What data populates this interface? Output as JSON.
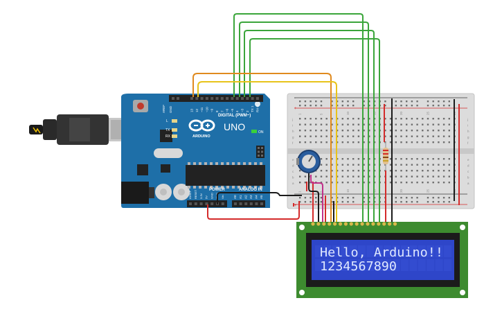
{
  "arduino": {
    "brand_label": "UNO",
    "brand_sub": "ARDUINO",
    "on_label": "ON",
    "digital_label": "DIGITAL (PWM~)",
    "power_label": "POWER",
    "analog_label": "ANALOG IN",
    "pin_l": "L",
    "pin_tx": "TX",
    "pin_rx": "RX",
    "aref": "AREF",
    "gnd": "GND",
    "digital_pins": [
      "13",
      "12",
      "~11",
      "~10",
      "~9",
      "8",
      "7",
      "~6",
      "~5",
      "4",
      "~3",
      "2",
      "TX 1",
      "RX 0"
    ],
    "power_pins": [
      "IOREF",
      "RESET",
      "3.3V",
      "5V",
      "GND",
      "GND",
      "Vin"
    ],
    "analog_pins": [
      "A0",
      "A1",
      "A2",
      "A3",
      "A4",
      "A5"
    ]
  },
  "breadboard": {
    "row_letters": [
      "j",
      "i",
      "h",
      "g",
      "f",
      "e",
      "d",
      "c",
      "b",
      "a"
    ],
    "col_numbers": [
      "1",
      "5",
      "10",
      "15",
      "20",
      "25",
      "30"
    ]
  },
  "lcd": {
    "line1": "Hello, Arduino!!",
    "line2": "1234567890"
  },
  "colors": {
    "board_blue": "#1e6fa8",
    "lcd_pcb": "#3d8b2f",
    "lcd_screen": "#2e46c9",
    "wire_green": "#3aa53a",
    "wire_orange": "#e08a1e",
    "wire_yellow": "#e8c31a",
    "wire_red": "#d42a2a",
    "wire_black": "#1a1a1a",
    "wire_pink": "#c0308a"
  }
}
